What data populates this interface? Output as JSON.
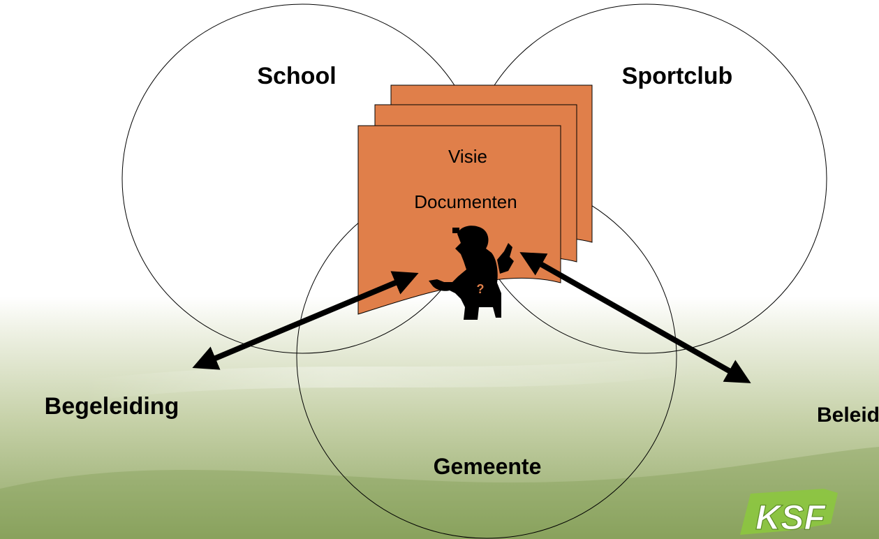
{
  "diagram": {
    "circles": {
      "school": "School",
      "sportclub": "Sportclub",
      "gemeente": "Gemeente"
    },
    "documents": {
      "line1": "Visie",
      "line2": "Documenten",
      "fill_color": "#E07F4A"
    },
    "outside_labels": {
      "left": "Begeleiding",
      "right": "Beleid"
    },
    "logo_text": "KSF",
    "colors": {
      "background_top": "#FFFFFF",
      "background_bottom": "#7E9A50",
      "logo_green": "#8CC63F",
      "arrow": "#000000"
    },
    "icons": [
      "confused-person-icon"
    ]
  }
}
